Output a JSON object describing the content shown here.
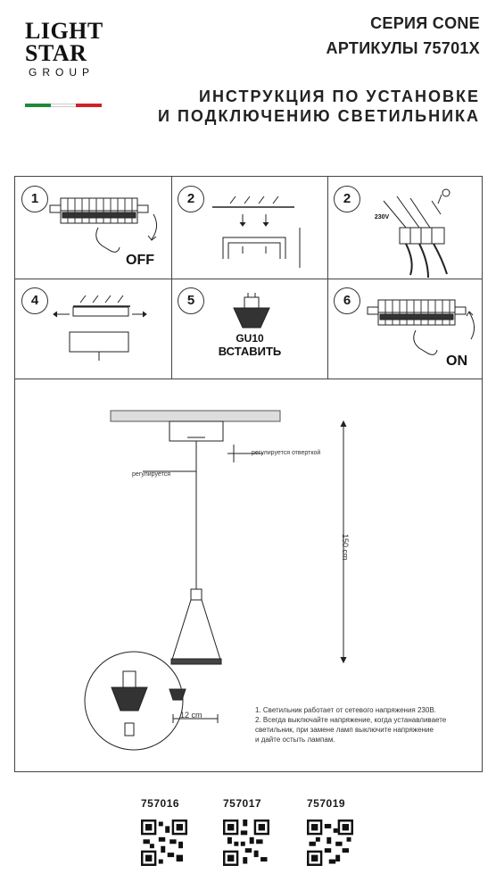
{
  "logo": {
    "line1": "LIGHT",
    "line2": "STAR",
    "line3": "GROUP",
    "flag_colors": [
      "#1d8a3a",
      "#ffffff",
      "#d0202b"
    ]
  },
  "header": {
    "series": "СЕРИЯ CONE",
    "articles": "АРТИКУЛЫ 75701X",
    "instruction_line1": "ИНСТРУКЦИЯ ПО УСТАНОВКЕ",
    "instruction_line2": "И ПОДКЛЮЧЕНИЮ СВЕТИЛЬНИКА"
  },
  "steps": [
    {
      "num": "1",
      "label": "OFF"
    },
    {
      "num": "2",
      "label": ""
    },
    {
      "num": "2",
      "label": "230V"
    },
    {
      "num": "4",
      "label": ""
    },
    {
      "num": "5",
      "label_line1": "GU10",
      "label_line2": "ВСТАВИТЬ"
    },
    {
      "num": "6",
      "label": "ON"
    }
  ],
  "diagram": {
    "screw_label": "регулируется отверткой",
    "adjust_label": "регулируется",
    "height_label": "150 cm",
    "width_label": "12 cm"
  },
  "notes": {
    "line1": "1. Светильник работает от сетевого напряжения 230В.",
    "line2": "2. Всегда выключайте напряжение, когда устанавливаете",
    "line3": "светильник, при замене ламп выключите напряжение",
    "line4": "и дайте остыть лампам."
  },
  "codes": [
    "757016",
    "757017",
    "757019"
  ]
}
